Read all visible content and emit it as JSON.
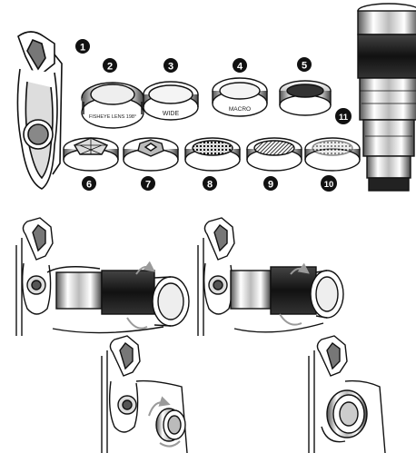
{
  "colors": {
    "ink": "#111111",
    "badge": "#111111",
    "badge_text": "#ffffff",
    "arrow": "#9a9a9a"
  },
  "badges": [
    "1",
    "2",
    "3",
    "4",
    "5",
    "6",
    "7",
    "8",
    "9",
    "10",
    "11"
  ],
  "lens_labels": {
    "fisheye": "FISHEYE LENS 198°",
    "wide": "WIDE",
    "macro": "MACRO"
  }
}
